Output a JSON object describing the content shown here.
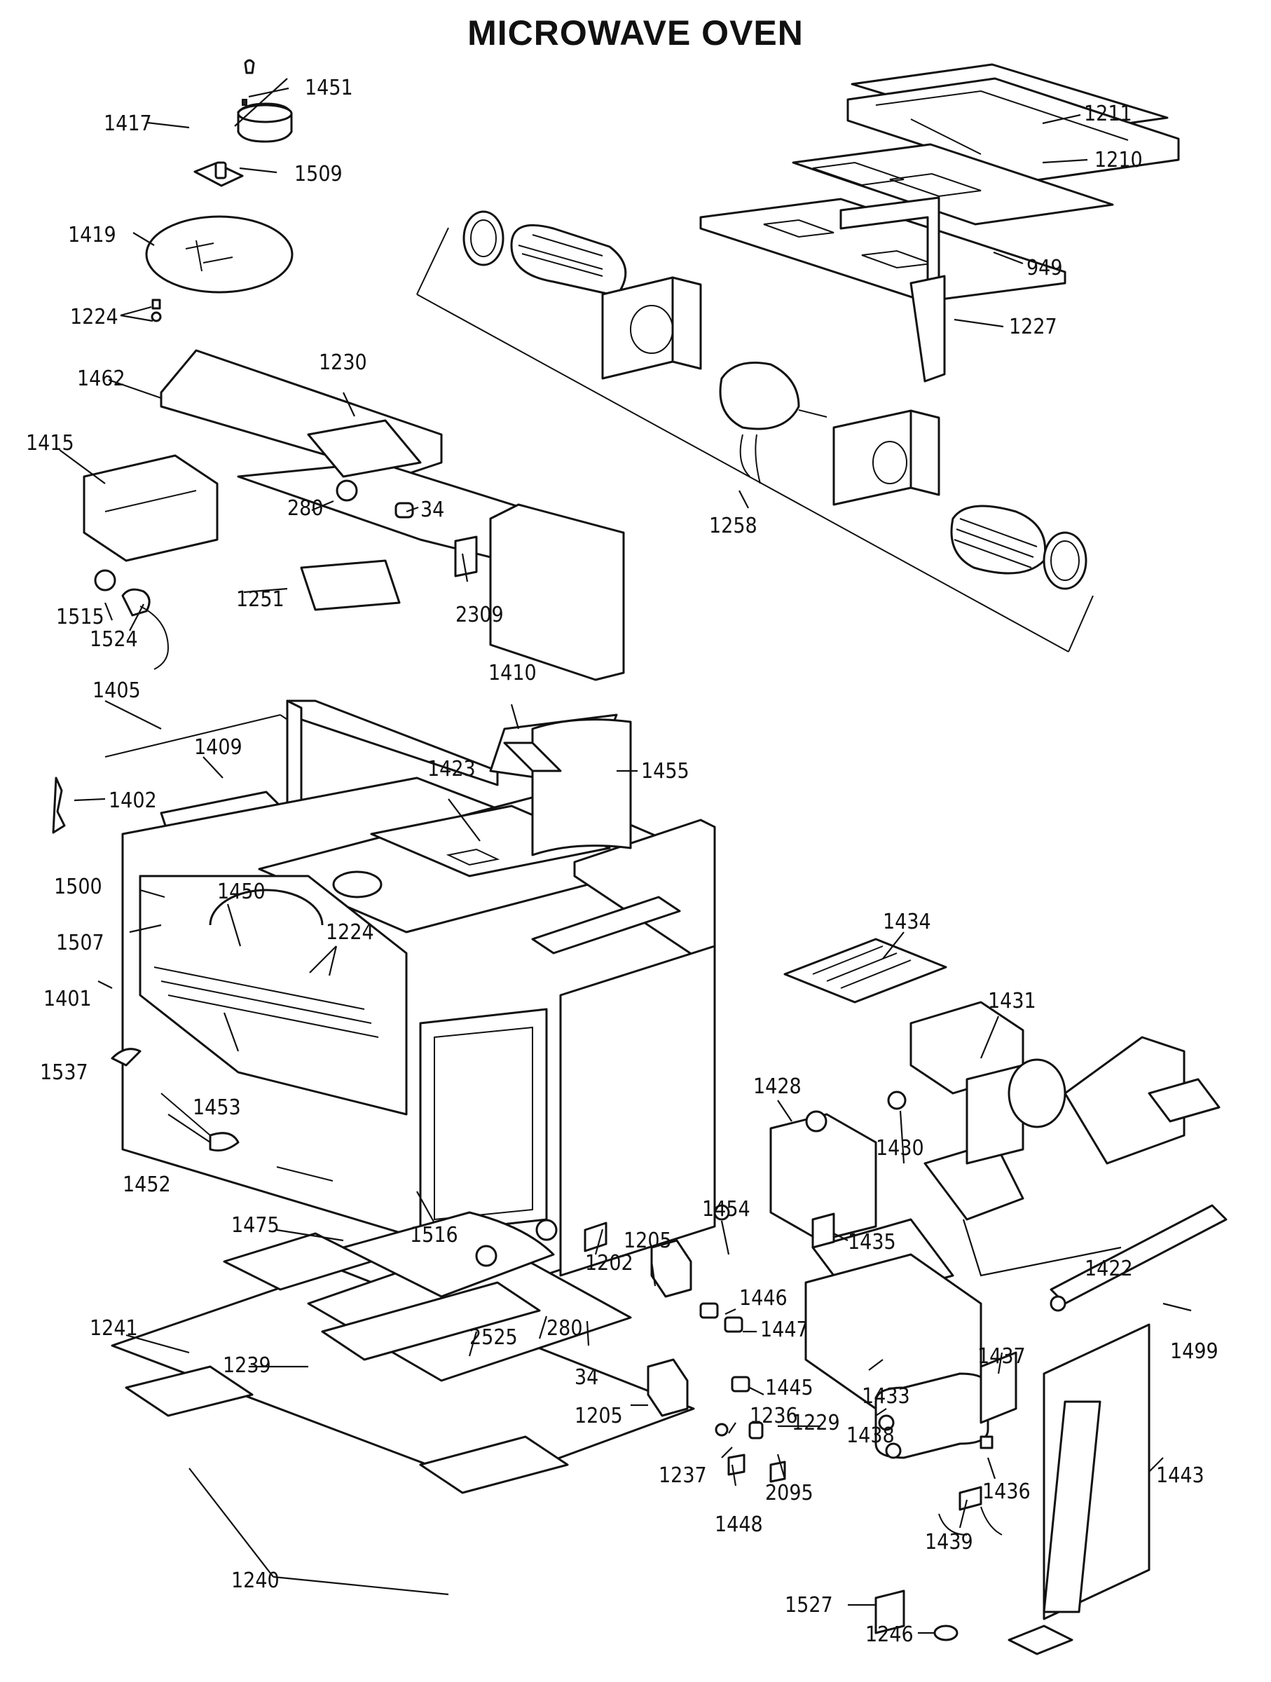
{
  "title": "MICROWAVE OVEN",
  "labels": [
    "1451",
    "1417",
    "1509",
    "1419",
    "1224",
    "1211",
    "1210",
    "949",
    "1227",
    "1462",
    "1230",
    "1415",
    "280",
    "34",
    "1258",
    "1251",
    "2309",
    "1515",
    "1524",
    "1405",
    "1410",
    "1409",
    "1402",
    "1423",
    "1455",
    "1450",
    "1500",
    "1224",
    "1507",
    "1401",
    "1434",
    "1431",
    "1537",
    "1453",
    "1428",
    "1430",
    "1452",
    "1454",
    "1475",
    "1516",
    "1202",
    "1205",
    "1435",
    "1422",
    "1241",
    "280",
    "1446",
    "1447",
    "1499",
    "1239",
    "2525",
    "34",
    "1433",
    "1445",
    "1437",
    "1205",
    "1236",
    "1229",
    "1443",
    "1438",
    "1237",
    "2095",
    "1448",
    "1436",
    "1439",
    "1240",
    "1527",
    "1246"
  ]
}
